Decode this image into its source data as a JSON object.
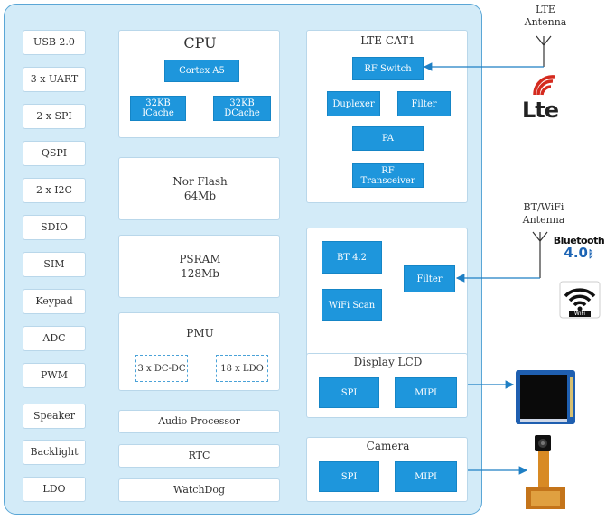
{
  "interfaces": [
    "USB 2.0",
    "3 x UART",
    "2 x SPI",
    "QSPI",
    "2 x I2C",
    "SDIO",
    "SIM",
    "Keypad",
    "ADC",
    "PWM",
    "Speaker",
    "Backlight",
    "LDO"
  ],
  "cpu": {
    "title": "CPU",
    "core": "Cortex A5",
    "icache": "32KB ICache",
    "dcache": "32KB DCache"
  },
  "nor_flash": {
    "line1": "Nor Flash",
    "line2": "64Mb"
  },
  "psram": {
    "line1": "PSRAM",
    "line2": "128Mb"
  },
  "pmu": {
    "title": "PMU",
    "dcdc": "3 x DC-DC",
    "ldo": "18 x LDO"
  },
  "audio": "Audio Processor",
  "rtc": "RTC",
  "watchdog": "WatchDog",
  "lte": {
    "title": "LTE CAT1",
    "rf_switch": "RF Switch",
    "duplexer": "Duplexer",
    "filter": "Filter",
    "pa": "PA",
    "transceiver": "RF Transceiver"
  },
  "bt": {
    "bt42": "BT 4.2",
    "wifi_scan": "WiFi Scan",
    "filter": "Filter"
  },
  "display": {
    "title": "Display LCD",
    "spi": "SPI",
    "mipi": "MIPI"
  },
  "camera": {
    "title": "Camera",
    "spi": "SPI",
    "mipi": "MIPI"
  },
  "antennas": {
    "lte_line1": "LTE",
    "lte_line2": "Antenna",
    "bt_line1": "BT/WiFi",
    "bt_line2": "Antenna"
  },
  "logos": {
    "lte": "Lte",
    "bluetooth": "Bluetooth",
    "bluetooth_ver": "4.0",
    "wifi": "WiFi"
  },
  "colors": {
    "board": "#d3ebf8",
    "board_border": "#5aa6d6",
    "chip": "#1e96dc",
    "lte_red": "#d42a1e"
  }
}
